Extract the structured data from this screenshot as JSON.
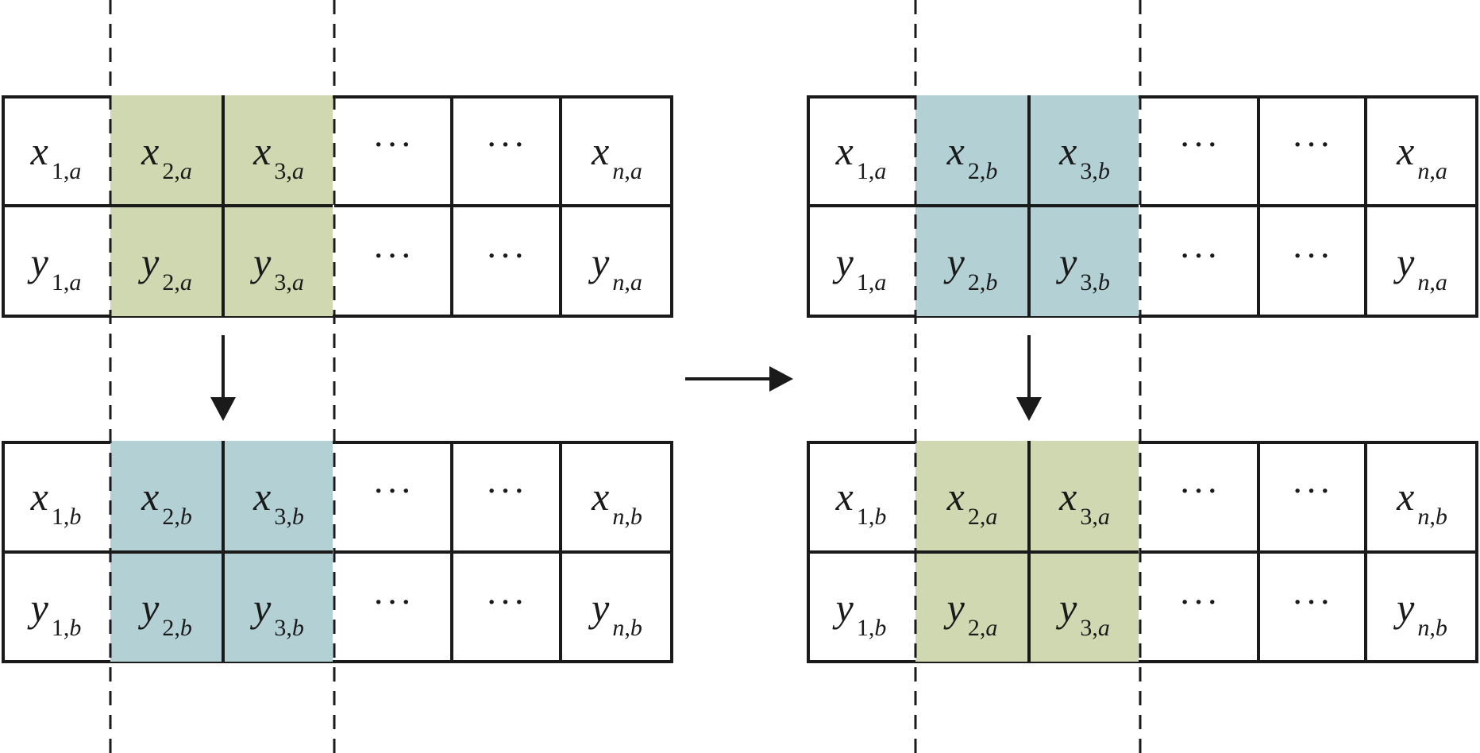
{
  "colors": {
    "green": "#cfd8b0",
    "blue": "#b3d0d5",
    "line": "#1a1a1a"
  },
  "tables": [
    {
      "id": "top-left",
      "rows": [
        [
          {
            "v": "x",
            "s": "1",
            "t": "a",
            "fill": ""
          },
          {
            "v": "x",
            "s": "2",
            "t": "a",
            "fill": "green"
          },
          {
            "v": "x",
            "s": "3",
            "t": "a",
            "fill": "green"
          },
          {
            "dots": "···"
          },
          {
            "dots": "···"
          },
          {
            "v": "x",
            "s": "n",
            "t": "a",
            "fill": ""
          }
        ],
        [
          {
            "v": "y",
            "s": "1",
            "t": "a",
            "fill": ""
          },
          {
            "v": "y",
            "s": "2",
            "t": "a",
            "fill": "green"
          },
          {
            "v": "y",
            "s": "3",
            "t": "a",
            "fill": "green"
          },
          {
            "dots": "···"
          },
          {
            "dots": "···"
          },
          {
            "v": "y",
            "s": "n",
            "t": "a",
            "fill": ""
          }
        ]
      ]
    },
    {
      "id": "bottom-left",
      "rows": [
        [
          {
            "v": "x",
            "s": "1",
            "t": "b",
            "fill": ""
          },
          {
            "v": "x",
            "s": "2",
            "t": "b",
            "fill": "blue"
          },
          {
            "v": "x",
            "s": "3",
            "t": "b",
            "fill": "blue"
          },
          {
            "dots": "···"
          },
          {
            "dots": "···"
          },
          {
            "v": "x",
            "s": "n",
            "t": "b",
            "fill": ""
          }
        ],
        [
          {
            "v": "y",
            "s": "1",
            "t": "b",
            "fill": ""
          },
          {
            "v": "y",
            "s": "2",
            "t": "b",
            "fill": "blue"
          },
          {
            "v": "y",
            "s": "3",
            "t": "b",
            "fill": "blue"
          },
          {
            "dots": "···"
          },
          {
            "dots": "···"
          },
          {
            "v": "y",
            "s": "n",
            "t": "b",
            "fill": ""
          }
        ]
      ]
    },
    {
      "id": "top-right",
      "rows": [
        [
          {
            "v": "x",
            "s": "1",
            "t": "a",
            "fill": ""
          },
          {
            "v": "x",
            "s": "2",
            "t": "b",
            "fill": "blue"
          },
          {
            "v": "x",
            "s": "3",
            "t": "b",
            "fill": "blue"
          },
          {
            "dots": "···"
          },
          {
            "dots": "···"
          },
          {
            "v": "x",
            "s": "n",
            "t": "a",
            "fill": ""
          }
        ],
        [
          {
            "v": "y",
            "s": "1",
            "t": "a",
            "fill": ""
          },
          {
            "v": "y",
            "s": "2",
            "t": "b",
            "fill": "blue"
          },
          {
            "v": "y",
            "s": "3",
            "t": "b",
            "fill": "blue"
          },
          {
            "dots": "···"
          },
          {
            "dots": "···"
          },
          {
            "v": "y",
            "s": "n",
            "t": "a",
            "fill": ""
          }
        ]
      ]
    },
    {
      "id": "bottom-right",
      "rows": [
        [
          {
            "v": "x",
            "s": "1",
            "t": "b",
            "fill": ""
          },
          {
            "v": "x",
            "s": "2",
            "t": "a",
            "fill": "green"
          },
          {
            "v": "x",
            "s": "3",
            "t": "a",
            "fill": "green"
          },
          {
            "dots": "···"
          },
          {
            "dots": "···"
          },
          {
            "v": "x",
            "s": "n",
            "t": "b",
            "fill": ""
          }
        ],
        [
          {
            "v": "y",
            "s": "1",
            "t": "b",
            "fill": ""
          },
          {
            "v": "y",
            "s": "2",
            "t": "a",
            "fill": "green"
          },
          {
            "v": "y",
            "s": "3",
            "t": "a",
            "fill": "green"
          },
          {
            "dots": "···"
          },
          {
            "dots": "···"
          },
          {
            "v": "y",
            "s": "n",
            "t": "b",
            "fill": ""
          }
        ]
      ]
    }
  ],
  "arrows": [
    {
      "id": "left-down",
      "direction": "down"
    },
    {
      "id": "right-down",
      "direction": "down"
    },
    {
      "id": "middle-right",
      "direction": "right"
    }
  ]
}
